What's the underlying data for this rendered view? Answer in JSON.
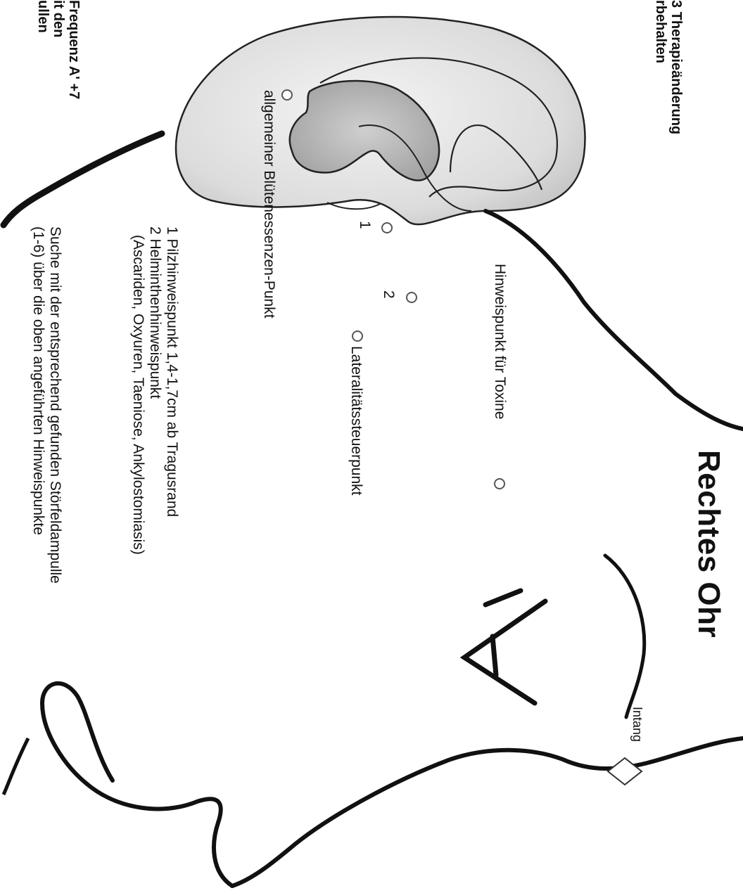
{
  "title": "Rechtes Ohr",
  "header_right": {
    "line1": "3 Therapieänderung",
    "line2": "rbehalten"
  },
  "header_left": {
    "line1": "Frequenz A' +7",
    "line2": "it den",
    "line3": "ullen"
  },
  "labels": {
    "toxine": "Hinweispunkt für Toxine",
    "lateral": "Lateralitätssteuerpunkt",
    "point1": "1",
    "point2": "2",
    "bluete": "allgemeiner Blütenessenzen-Punkt",
    "intang": "Intang",
    "symbol": "A'"
  },
  "legend": {
    "item1": "1 Pilzhinweispunkt 1,4-1,7cm ab Tragusrand",
    "item2a": "2 Helminthenhinweispunkt",
    "item2b": "(Ascariden, Oxyuren, Taeniose, Ankylostomiasis)"
  },
  "instruction": {
    "line1": "Suche mit der entsprechend gefunden Störfeldampulle",
    "line2": "(1-6) über die oben angeführten Hinweispunkte"
  }
}
